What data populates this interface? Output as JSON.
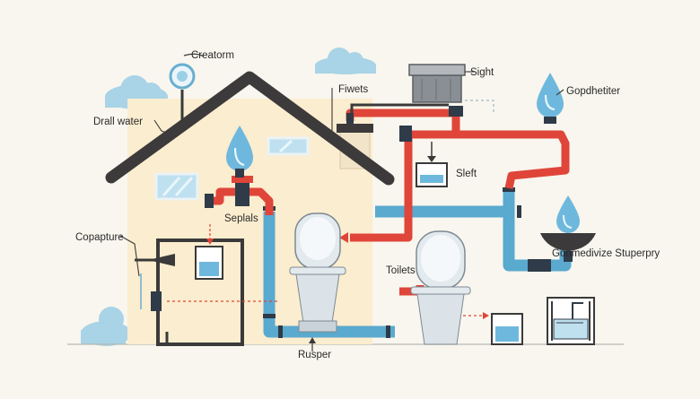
{
  "labels": {
    "creatorm": "Creatorm",
    "drall_water": "Drall water",
    "fiwets": "Fiwets",
    "sight": "Sight",
    "gopdhetiter": "Gopdhetiter",
    "sleft": "Sleft",
    "seplals": "Seplals",
    "copapture": "Copapture",
    "toilets": "Toilets",
    "gonmedivize": "Gonmedivize Stuperpry",
    "rusper": "Rusper"
  },
  "colors": {
    "background": "#f8f6ee",
    "house_wall": "#fbedcf",
    "roof": "#3d3a3b",
    "cold_pipe": "#5aa9cf",
    "hot_pipe": "#e0453a",
    "water_drop": "#6fb8dd",
    "cloud": "#a9d3e6",
    "dark_line": "#3a3a3a"
  },
  "icons": [
    "water-drop-icon",
    "gauge-icon",
    "cloud-icon",
    "toilet-icon",
    "tank-icon",
    "sink-icon",
    "valve-icon"
  ]
}
